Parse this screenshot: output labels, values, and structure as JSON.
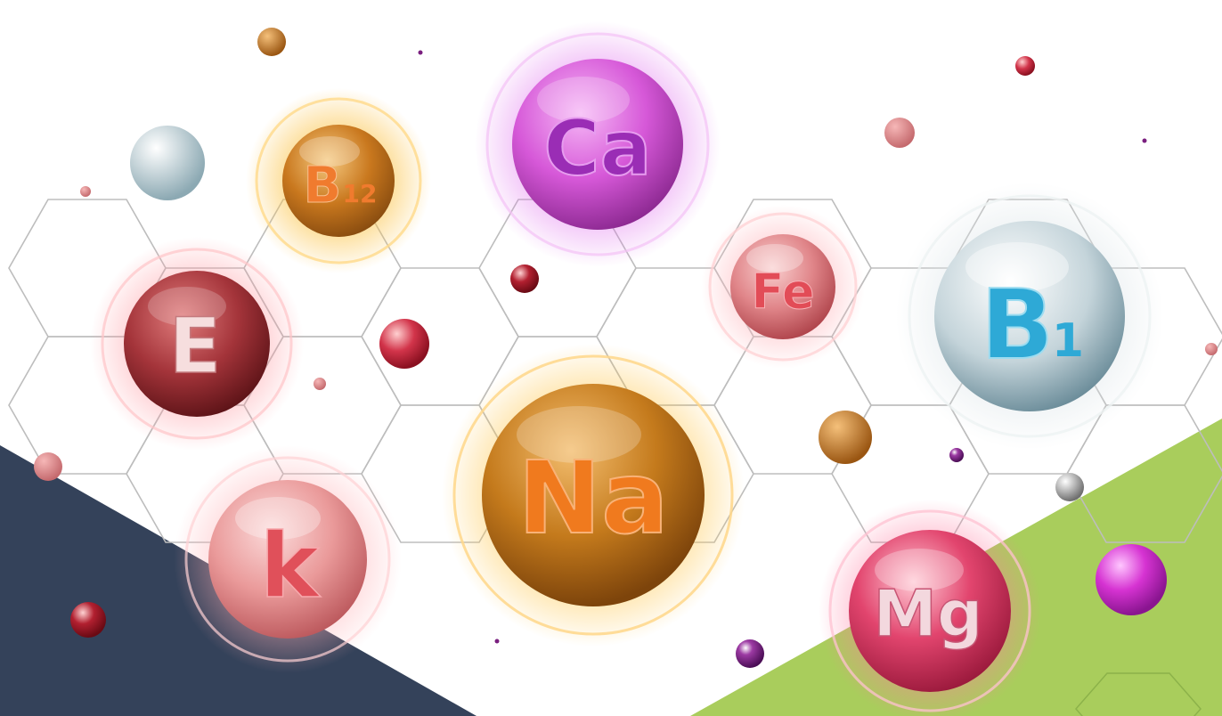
{
  "colors": {
    "navy": "#34425a",
    "green": "#a9cd5c",
    "hex_line": "#bdbdbd",
    "background": "#ffffff"
  },
  "elements": [
    {
      "id": "ca",
      "symbol": "Ca",
      "subscript": "",
      "base": "#c43fc8",
      "light": "#f6b8f6",
      "text": "#9a2db5",
      "glow": "#e070ee"
    },
    {
      "id": "b12",
      "symbol": "B",
      "subscript": "12",
      "base": "#c9781e",
      "light": "#f5c980",
      "text": "#f07b2e",
      "glow": "#fbc44a"
    },
    {
      "id": "e",
      "symbol": "E",
      "subscript": "",
      "base": "#8b2125",
      "light": "#e07c7c",
      "text": "#f6dede",
      "glow": "#ff9aa2"
    },
    {
      "id": "fe",
      "symbol": "Fe",
      "subscript": "",
      "base": "#d46d73",
      "light": "#f9cfcf",
      "text": "#e24c57",
      "glow": "#ffb6bc"
    },
    {
      "id": "b1",
      "symbol": "B",
      "subscript": "1",
      "base": "#8fb0bd",
      "light": "#ffffff",
      "text": "#2ea9d6",
      "glow": "#dfe7ea"
    },
    {
      "id": "na",
      "symbol": "Na",
      "subscript": "",
      "base": "#b56a16",
      "light": "#f3bd6e",
      "text": "#f07a1e",
      "glow": "#ffc64a"
    },
    {
      "id": "k",
      "symbol": "k",
      "subscript": "",
      "base": "#e58585",
      "light": "#fbdada",
      "text": "#e0505a",
      "glow": "#ffb0b5"
    },
    {
      "id": "mg",
      "symbol": "Mg",
      "subscript": "",
      "base": "#d52e5a",
      "light": "#ffc9d4",
      "text": "#f3d8de",
      "glow": "#ff7aa0"
    }
  ]
}
